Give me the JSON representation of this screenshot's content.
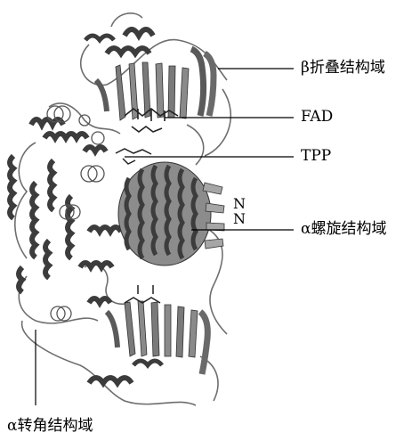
{
  "figure": {
    "labels": {
      "beta_domain": "β折叠结构域",
      "fad": "FAD",
      "tpp": "TPP",
      "n_upper": "N",
      "n_lower": "N",
      "alpha_helix_domain": "α螺旋结构域",
      "alpha_turn_domain": "α转角结构域"
    },
    "colors": {
      "ribbon_dark": "#3c3c3c",
      "ribbon_mid": "#6e6e6e",
      "ribbon_light": "#9a9a9a",
      "leader_line": "#000000"
    }
  }
}
